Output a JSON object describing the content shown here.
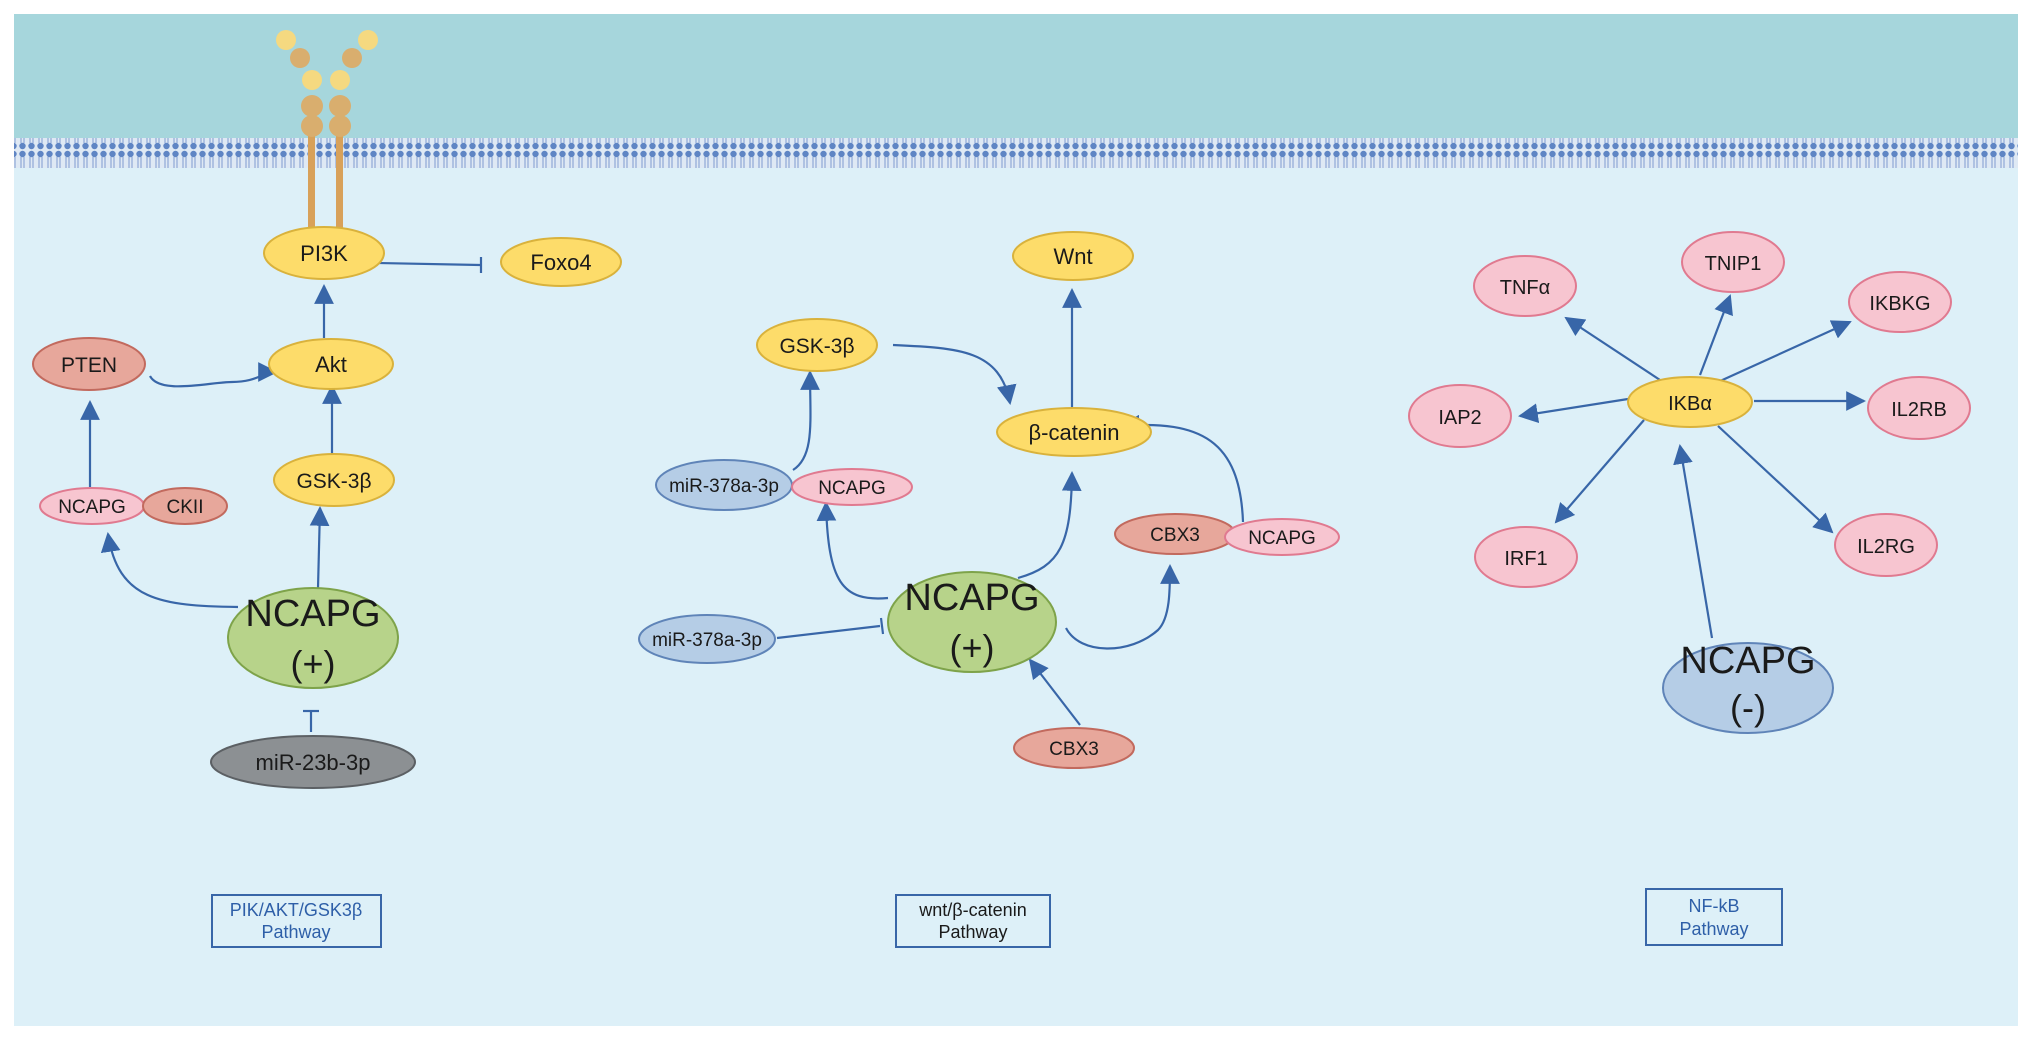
{
  "colors": {
    "extracellular": "#a6d6dc",
    "cytoplasm": "#ddf0f8",
    "membrane": "#6c8ec8",
    "receptor_stalk": "#d8a15a",
    "receptor_bead_light": "#f5d980",
    "receptor_bead_dark": "#d9ae6e",
    "yellow_node": "#fddc6a",
    "yellow_stroke": "#d9b23c",
    "pink_node": "#f7c5d0",
    "pink_stroke": "#e07a90",
    "salmon_node": "#e7a79b",
    "salmon_stroke": "#c26a5e",
    "green_node": "#b7d38a",
    "green_stroke": "#7ea34a",
    "blue_node": "#b5cde6",
    "blue_stroke": "#5f84b8",
    "gray_node": "#8c9093",
    "gray_stroke": "#5c6064",
    "arrow": "#3866a8"
  },
  "nodes": {
    "pi3k": "PI3K",
    "foxo4": "Foxo4",
    "akt": "Akt",
    "pten": "PTEN",
    "gsk3b_left": "GSK-3β",
    "ncapg_small_left": "NCAPG",
    "ckii": "CKII",
    "ncapg_big_left": {
      "line1": "NCAPG",
      "line2": "(+)"
    },
    "mir23b": "miR-23b-3p",
    "wnt": "Wnt",
    "gsk3b_mid": "GSK-3β",
    "bcatenin": "β-catenin",
    "mir378_top": "miR-378a-3p",
    "ncapg_small_mid": "NCAPG",
    "cbx3_top": "CBX3",
    "ncapg_small_right": "NCAPG",
    "ncapg_big_mid": {
      "line1": "NCAPG",
      "line2": "(+)"
    },
    "mir378_bottom": "miR-378a-3p",
    "cbx3_bottom": "CBX3",
    "tnfa": "TNFα",
    "tnip1": "TNIP1",
    "ikbkg": "IKBKG",
    "iap2": "IAP2",
    "ikba": "IKBα",
    "il2rb": "IL2RB",
    "irf1": "IRF1",
    "il2rg": "IL2RG",
    "ncapg_big_right": {
      "line1": "NCAPG",
      "line2": "(-)"
    }
  },
  "captions": {
    "left": {
      "line1": "PIK/AKT/GSK3β",
      "line2": "Pathway"
    },
    "mid": {
      "line1": "wnt/β-catenin",
      "line2": "Pathway"
    },
    "right": {
      "line1": "NF-kB",
      "line2": "Pathway"
    }
  }
}
